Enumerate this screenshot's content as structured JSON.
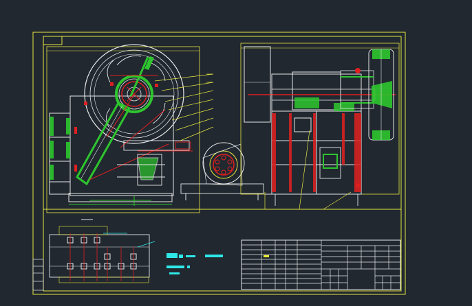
{
  "canvas": {
    "background": "#212830"
  },
  "palette": {
    "frame": "#e8e840",
    "line": "#e8e8e8",
    "green": "#2ec52e",
    "red": "#e02020",
    "cyan": "#2ee8e8",
    "yellow": "#f0f030"
  },
  "drawing": {
    "views": [
      "front-elevation",
      "side-elevation",
      "base-plan"
    ],
    "title_block": {
      "rows": 11,
      "cols": 5
    }
  }
}
